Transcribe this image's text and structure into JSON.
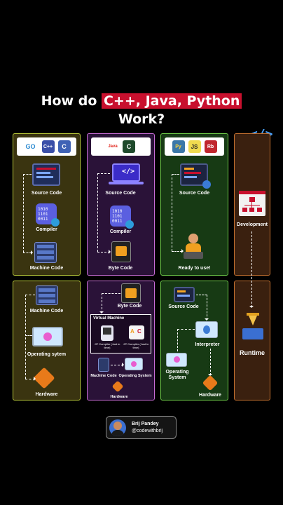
{
  "title": {
    "prefix": "How do ",
    "highlight": "C++, Java, Python",
    "line2": "Work?"
  },
  "logos": {
    "col1": [
      "GO",
      "C++",
      "C"
    ],
    "col2": [
      "Java",
      "C"
    ],
    "col3": [
      "Py",
      "JS",
      "Rb"
    ]
  },
  "compile": {
    "col1": {
      "source": "Source Code",
      "compiler": "Compiler",
      "machine": "Machine Code"
    },
    "col2": {
      "source": "Source Code",
      "compiler": "Compiler",
      "byte": "Byte Code"
    },
    "col3": {
      "source": "Source Code",
      "ready": "Ready to use!"
    },
    "col4": {
      "development": "Development"
    }
  },
  "runtime": {
    "col1": {
      "machine": "Machine Code",
      "os": "Operating sytem",
      "hardware": "Hardware"
    },
    "col2": {
      "byte": "Byte Code",
      "vm_title": "Virtual Machine",
      "jit1": "JIT Compiler (Just in time)",
      "jit2": "JIT Compiler (Just in time)",
      "machine": "Machine Code",
      "os": "Operating System",
      "hardware": "Hardware"
    },
    "col3": {
      "source": "Source Code",
      "interpreter": "Interpreter",
      "os": "Operating System",
      "hardware": "Hardware"
    },
    "col4": {
      "runtime": "Runtime"
    }
  },
  "author": {
    "name": "Brij Pandey",
    "handle": "@codewithbrij"
  },
  "icons": {
    "code": "</>"
  },
  "colors": {
    "accent": "#c8102e",
    "olive": "#b9c93a",
    "purple": "#c86bd6",
    "green": "#6fcf4a",
    "brown": "#c4702f"
  }
}
